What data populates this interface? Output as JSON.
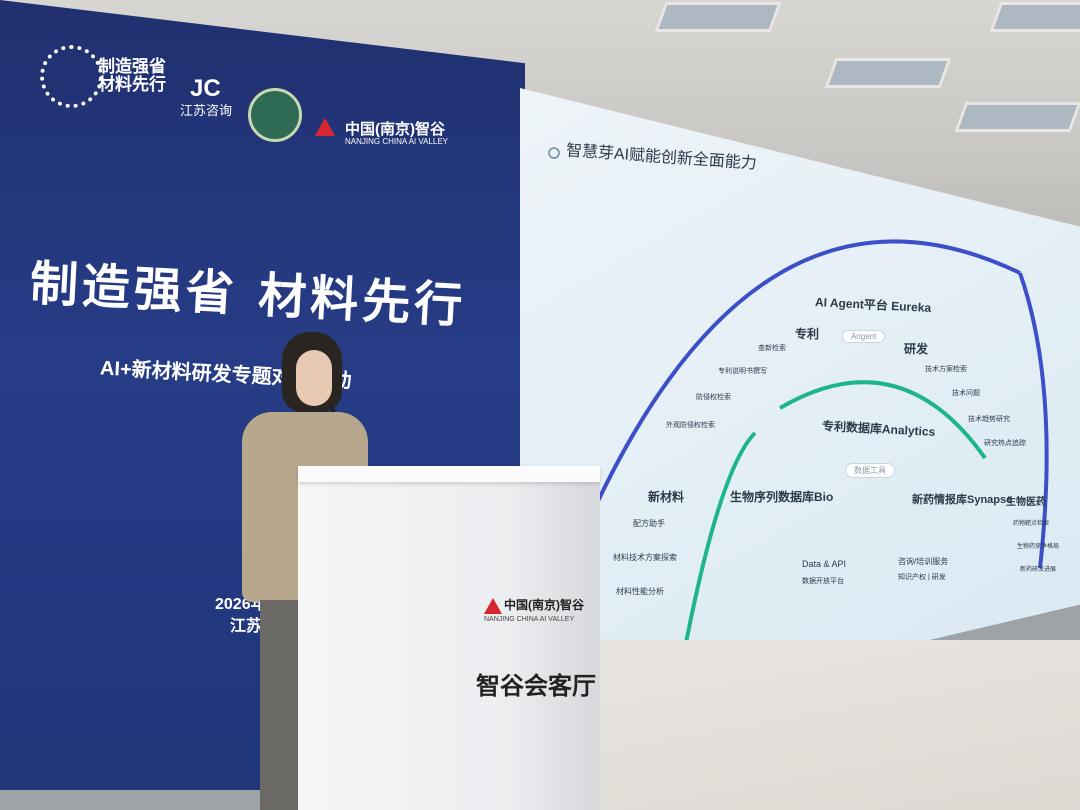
{
  "backdrop": {
    "logo1": "制造强省 材料先行",
    "logo2": "江苏咨询",
    "logo3_cn": "中国(南京)智谷",
    "logo3_en": "NANJING CHINA AI VALLEY",
    "headline": "制造强省 材料先行",
    "subhead": "AI+新材料研发专题对接活动",
    "date": "2026年",
    "place": "江苏"
  },
  "slide": {
    "title": "智慧芽AI赋能创新全面能力",
    "agent": "AI Agent平台 Eureka",
    "patent": "专利",
    "rnd": "研发",
    "agent_badge": "Angent",
    "patent_items": [
      "查新检索",
      "专利说明书撰写",
      "防侵权检索",
      "外观防侵权检索"
    ],
    "rnd_items": [
      "技术方案检索",
      "技术问题",
      "技术趋势研究",
      "研究热点追踪"
    ],
    "analytics": "专利数据库Analytics",
    "analytics_badge": "数据工具",
    "bio": "生物序列数据库Bio",
    "synapse": "新药情报库Synapse",
    "materials": "新材料",
    "materials_items": [
      "配方助手",
      "材料技术方案探索",
      "材料性能分析"
    ],
    "biomed": "生物医药",
    "biomed_items": [
      "药物靶点检索",
      "生物药竞争格局",
      "新药研发进展"
    ],
    "data_api": "Data & API",
    "data_api_sub": "数据开放平台",
    "consult": "咨询/培训服务",
    "consult_sub": "知识产权 | 研发"
  },
  "podium": {
    "logo_cn": "中国(南京)智谷",
    "logo_en": "NANJING CHINA AI VALLEY",
    "sign": "智谷会客厅"
  },
  "colors": {
    "backdrop": "#22367c",
    "arc_outer": "#3b4fc8",
    "arc_inner": "#1fb58a"
  }
}
